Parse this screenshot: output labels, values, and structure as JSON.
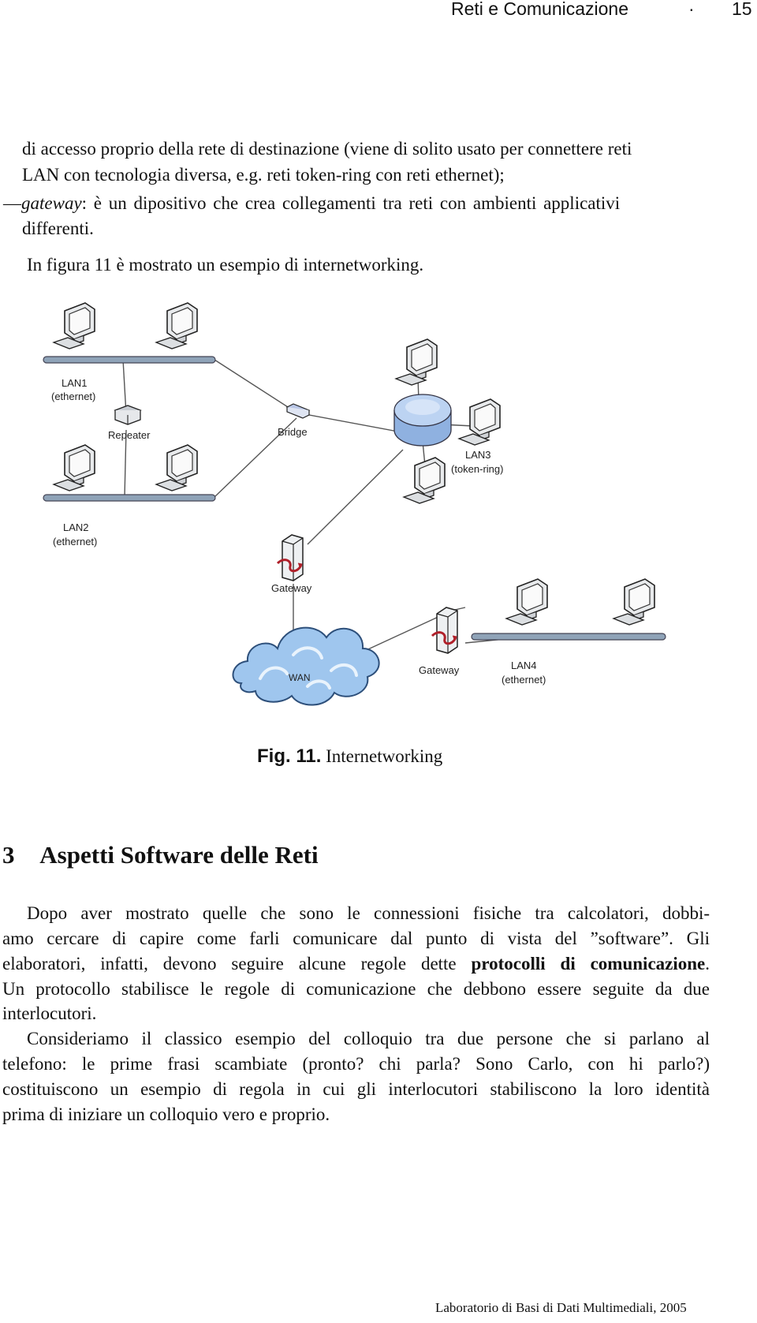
{
  "header": {
    "title": "Reti e Comunicazione",
    "separator": "·",
    "page_number": "15"
  },
  "intro": {
    "line1": "di accesso proprio della rete di destinazione (viene di solito usato per connettere reti",
    "line2": "LAN con tecnologia diversa, e.g. reti token-ring con reti ethernet);",
    "gateway_dash": "—",
    "gateway_term": "gateway",
    "gateway_rest": ": è un dipositivo che crea collegamenti tra reti con ambienti applicativi",
    "gateway_line2": "differenti.",
    "figure_ref": "In figura 11 è mostrato un esempio di internetworking."
  },
  "figure": {
    "labels": {
      "lan1": "LAN1",
      "lan1_type": "(ethernet)",
      "repeater": "Repeater",
      "bridge": "Bridge",
      "lan3": "LAN3",
      "lan3_type": "(token-ring)",
      "lan2": "LAN2",
      "lan2_type": "(ethernet)",
      "gateway1": "Gateway",
      "gateway2": "Gateway",
      "wan": "WAN",
      "lan4": "LAN4",
      "lan4_type": "(ethernet)"
    },
    "caption_label": "Fig. 11.",
    "caption_text": "Internetworking",
    "colors": {
      "bus": "#8fa3b8",
      "ring": "#a8c4ea",
      "cloud": "#9fc6ee",
      "gateway_arrow": "#b0202a"
    }
  },
  "section": {
    "number": "3",
    "title": "Aspetti Software delle Reti"
  },
  "body": {
    "p1_l1": "Dopo aver mostrato quelle che sono le connessioni fisiche tra calcolatori, dobbi-",
    "p1_l2": "amo cercare di capire come farli comunicare dal punto di vista del ”software”. Gli",
    "p1_l3a": "elaboratori, infatti, devono seguire alcune regole dette ",
    "p1_l3b": "protocolli di comunicazione",
    "p1_l3c": ".",
    "p1_l4": "Un protocollo stabilisce le regole di comunicazione che debbono essere seguite da due",
    "p1_l5": "interlocutori.",
    "p2_l1": "Consideriamo il classico esempio del colloquio tra due persone che si parlano al",
    "p2_l2": "telefono: le prime frasi scambiate (pronto? chi parla? Sono Carlo, con hi parlo?)",
    "p2_l3": "costituiscono un esempio di regola in cui gli interlocutori stabiliscono la loro identità",
    "p2_l4": "prima di iniziare un colloquio vero e proprio."
  },
  "footer": {
    "text": "Laboratorio di Basi di Dati Multimediali, 2005"
  }
}
